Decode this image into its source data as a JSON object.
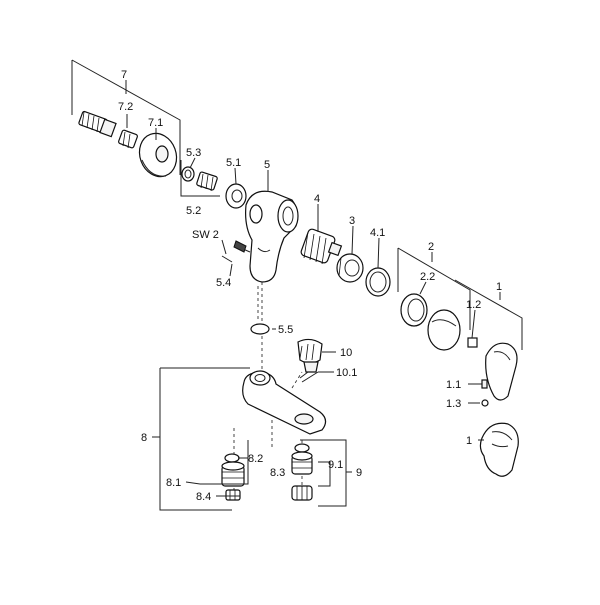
{
  "labels": {
    "l7": "7",
    "l7_2": "7.2",
    "l7_1": "7.1",
    "l5_3": "5.3",
    "l5_2": "5.2",
    "l5_1": "5.1",
    "l5": "5",
    "l4": "4",
    "l3": "3",
    "l4_1": "4.1",
    "lsw2": "SW 2",
    "l5_4": "5.4",
    "l5_5": "5.5",
    "l2": "2",
    "l2_2": "2.2",
    "l1": "1",
    "l1_2": "1.2",
    "l10": "10",
    "l10_1": "10.1",
    "l1_1": "1.1",
    "l1_3": "1.3",
    "l1b": "1",
    "l8": "8",
    "l8_2": "8.2",
    "l8_3": "8.3",
    "l8_1": "8.1",
    "l8_4": "8.4",
    "l9_1": "9.1",
    "l9": "9"
  }
}
